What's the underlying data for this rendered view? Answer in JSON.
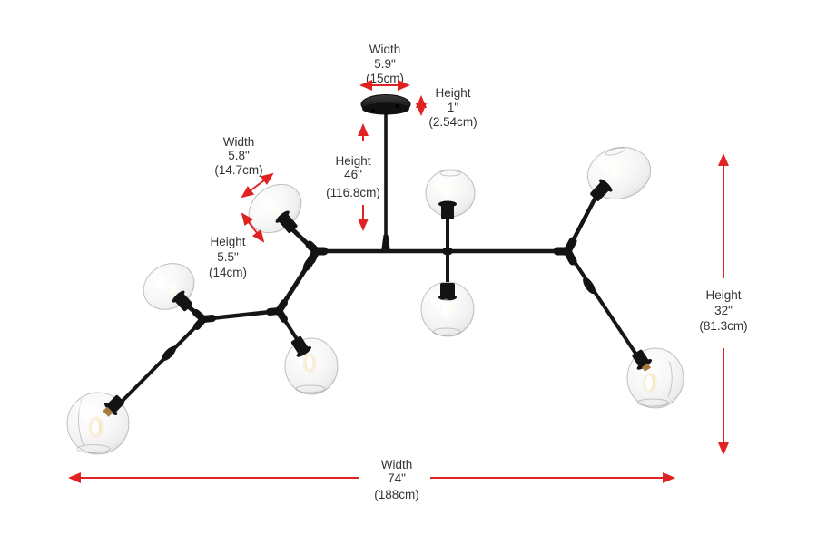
{
  "diagram": {
    "title": "chandelier-dimension-diagram",
    "product": "8-light branching chandelier with glass globe shades",
    "lights_count": 8
  },
  "colors": {
    "arrow": "#e02222",
    "text": "#333333",
    "fixture": "#161616",
    "glass_edge": "#bdbdbd",
    "brass": "#a87a3e",
    "background": "#ffffff"
  },
  "annotations": {
    "canopy_width": {
      "label": "Width",
      "inches": "5.9\"",
      "metric": "(15cm)"
    },
    "canopy_height": {
      "label": "Height",
      "inches": "1\"",
      "metric": "(2.54cm)"
    },
    "globe_width": {
      "label": "Width",
      "inches": "5.8\"",
      "metric": "(14.7cm)"
    },
    "drop_height": {
      "label": "Height",
      "inches": "46\"",
      "metric": "(116.8cm)"
    },
    "globe_height": {
      "label": "Height",
      "inches": "5.5\"",
      "metric": "(14cm)"
    },
    "body_height": {
      "label": "Height",
      "inches": "32\"",
      "metric": "(81.3cm)"
    },
    "overall_width": {
      "label": "Width",
      "inches": "74\"",
      "metric": "(188cm)"
    }
  }
}
